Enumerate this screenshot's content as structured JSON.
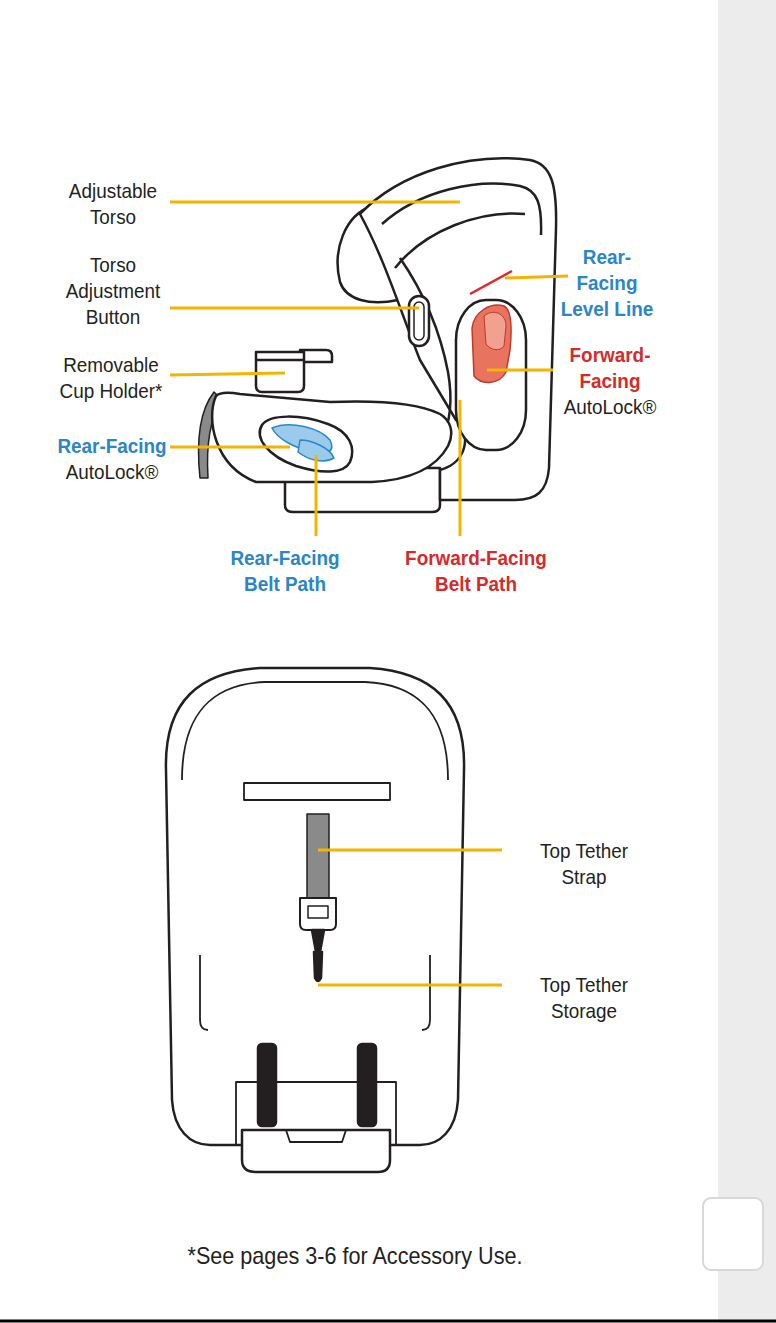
{
  "diagram": {
    "labels": [
      "Adjustable Torso",
      "Torso Adjustment Button",
      "Removable Cup Holder*",
      "Rear-Facing AutoLock®",
      "Rear-Facing Belt Path",
      "Forward-Facing Belt Path",
      "Rear- Facing Level Line",
      "Forward- Facing AutoLock®",
      "Top Tether Strap",
      "Top Tether Storage",
      "*See pages 3-6 for Accessory Use."
    ]
  }
}
